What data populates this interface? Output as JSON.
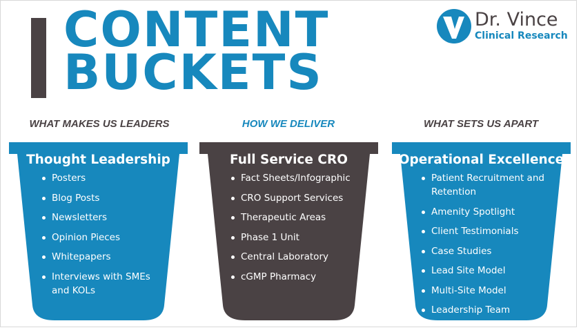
{
  "header": {
    "title_line1": "CONTENT",
    "title_line2": "BUCKETS"
  },
  "logo": {
    "name": "Dr. Vince",
    "tagline": "Clinical Research",
    "icon": "v-circle-logo-icon"
  },
  "colors": {
    "blue": "#1788bd",
    "dark": "#4a4244"
  },
  "columns": [
    {
      "heading": "WHAT MAKES US LEADERS",
      "title": "Thought Leadership",
      "items": [
        "Posters",
        "Blog Posts",
        "Newsletters",
        "Opinion Pieces",
        "Whitepapers",
        "Interviews with SMEs and KOLs"
      ]
    },
    {
      "heading": "HOW WE DELIVER",
      "title": "Full Service CRO",
      "items": [
        "Fact Sheets/Infographic",
        "CRO Support Services",
        "Therapeutic Areas",
        "Phase 1 Unit",
        "Central Laboratory",
        "cGMP Pharmacy"
      ]
    },
    {
      "heading": "WHAT SETS US APART",
      "title": "Operational Excellence",
      "items": [
        "Patient Recruitment and Retention",
        "Amenity Spotlight",
        "Client Testimonials",
        "Case Studies",
        "Lead Site Model",
        "Multi-Site Model",
        "Leadership Team"
      ]
    }
  ]
}
